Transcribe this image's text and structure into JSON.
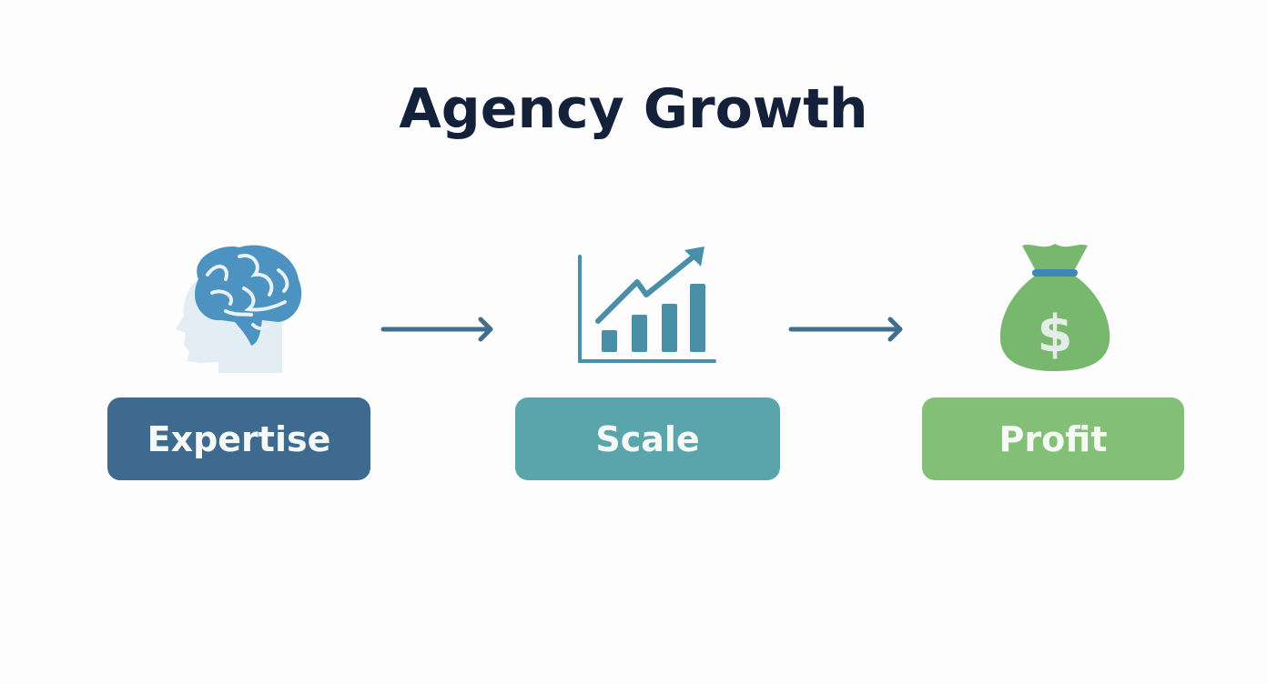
{
  "title": "Agency Growth",
  "steps": [
    {
      "label": "Expertise",
      "icon": "brain-icon",
      "color": "#3d6a8e"
    },
    {
      "label": "Scale",
      "icon": "growth-chart-icon",
      "color": "#5aa5ab"
    },
    {
      "label": "Profit",
      "icon": "money-bag-icon",
      "color": "#84bf78"
    }
  ],
  "arrow_color": "#3f6e8e"
}
